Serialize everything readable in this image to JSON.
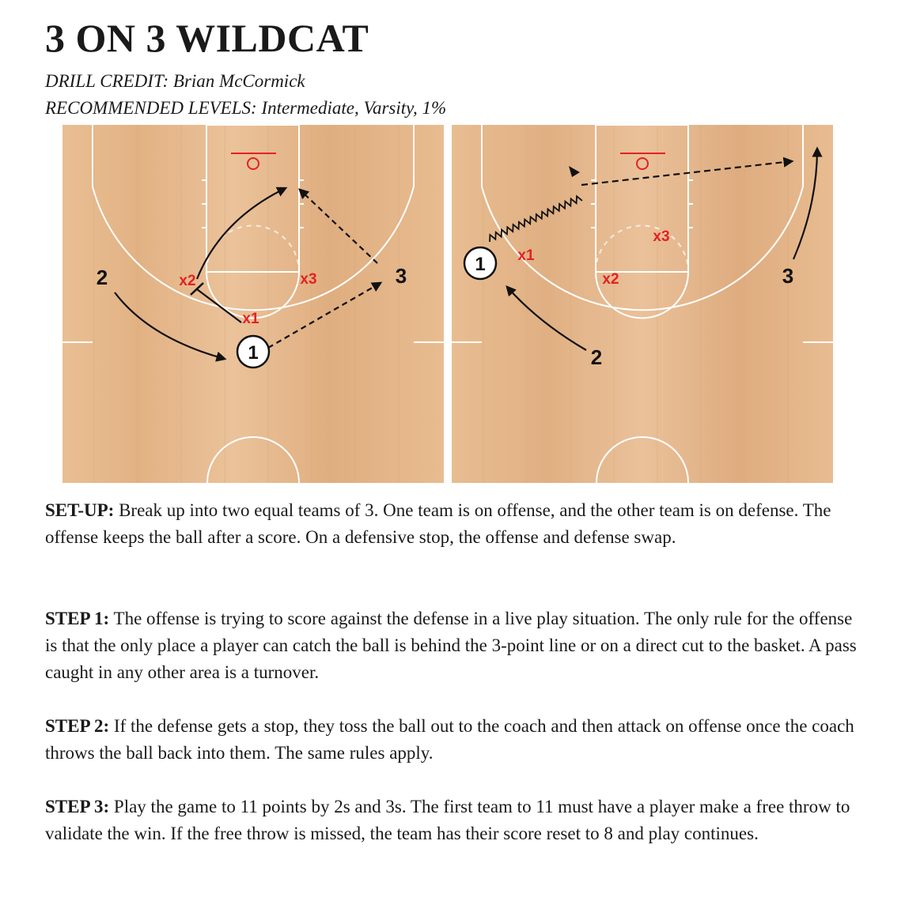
{
  "title": "3 ON 3 WILDCAT",
  "credit": {
    "label": "DRILL CREDIT:",
    "value": "Brian McCormick"
  },
  "levels": {
    "label": "RECOMMENDED LEVELS:",
    "value": "Intermediate, Varsity, 1%"
  },
  "diagram1": {
    "offense": {
      "p1": "1",
      "p2": "2",
      "p3": "3"
    },
    "defense": {
      "x1": "x1",
      "x2": "x2",
      "x3": "x3"
    }
  },
  "diagram2": {
    "offense": {
      "p1": "1",
      "p2": "2",
      "p3": "3"
    },
    "defense": {
      "x1": "x1",
      "x2": "x2",
      "x3": "x3"
    }
  },
  "sections": [
    {
      "label": "SET-UP:",
      "text": "Break up into two equal teams of 3. One team is on offense, and the other team is on defense. The offense keeps the ball after a score. On a defensive stop, the offense and defense swap."
    },
    {
      "label": "STEP 1:",
      "text": "The offense is trying to score against the defense in a live play situation. The only rule for the offense is that the only place a player can catch the ball is behind the 3-point line or on a direct cut to the basket. A pass caught in any other area is a turnover."
    },
    {
      "label": "STEP 2:",
      "text": "If the defense gets a stop, they toss the ball out to the coach and then attack on offense once the coach throws the ball back into them. The same rules apply."
    },
    {
      "label": "STEP 3:",
      "text": "Play the game to 11 points by 2s and 3s. The first team to 11 must have a player make a free throw to validate the win. If the free throw is missed, the team has their score reset to 8 and play continues."
    }
  ],
  "colors": {
    "wood": "#e6b98c",
    "wood_dark": "#d8a777",
    "court_line": "#ffffff",
    "defense_red": "#e32222",
    "rim_red": "#e32222",
    "ink": "#111111"
  }
}
